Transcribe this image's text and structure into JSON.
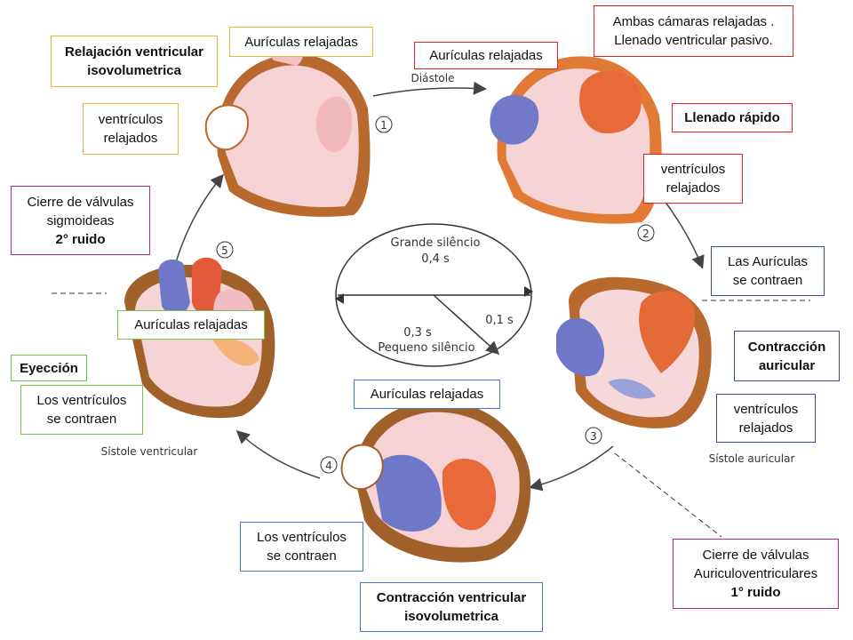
{
  "colors": {
    "atrium_pink": "#f7d3d6",
    "ventricle_pink": "#f4cbd0",
    "wall_orange": "#e8873a",
    "wall_brown": "#9b5a2a",
    "venous_blue": "#6f78c8",
    "arterial_red": "#e35a3a",
    "flow_purple": "#8a8fd0"
  },
  "diagram": {
    "diastole_label": "Diástole",
    "sistole_ventricular_label": "Sístole ventricular",
    "sistole_auricular_label": "Sístole auricular",
    "grande_silencio": "Grande silêncio",
    "grande_silencio_time": "0,4 s",
    "pequeno_silencio": "Pequeno silêncio",
    "pequeno_silencio_time": "0,3 s",
    "short_time": "0,1 s",
    "steps": [
      "1",
      "2",
      "3",
      "4",
      "5"
    ]
  },
  "labels": {
    "relajacion_ventricular": {
      "line1": "Relajación ventricular",
      "line2": "isovolumetrica"
    },
    "auriculas_relajadas_1": "Aurículas relajadas",
    "ventriculos_relajados_1": {
      "line1": "ventrículos",
      "line2": "relajados"
    },
    "cierre_sigmoideas": {
      "line1": "Cierre de válvulas",
      "line2": "sigmoideas",
      "line3": "2° ruido"
    },
    "auriculas_relajadas_2": "Aurículas relajadas",
    "ambas_camaras": {
      "line1": "Ambas cámaras relajadas .",
      "line2": "Llenado ventricular pasivo."
    },
    "llenado_rapido": "Llenado rápido",
    "ventriculos_relajados_2": {
      "line1": "ventrículos",
      "line2": "relajados"
    },
    "auriculas_contraen": {
      "line1": "Las Aurículas",
      "line2": "se contraen"
    },
    "contraccion_auricular": {
      "line1": "Contracción",
      "line2": "auricular"
    },
    "ventriculos_relajados_3": {
      "line1": "ventrículos",
      "line2": "relajados"
    },
    "auriculas_relajadas_3": "Aurículas relajadas",
    "eyeccion": "Eyección",
    "ventriculos_contraen_1": {
      "line1": "Los ventrículos",
      "line2": "se contraen"
    },
    "auriculas_relajadas_4": "Aurículas relajadas",
    "ventriculos_contraen_2": {
      "line1": "Los ventrículos",
      "line2": "se contraen"
    },
    "contraccion_ventricular": {
      "line1": "Contracción ventricular",
      "line2": "isovolumetrica"
    },
    "cierre_av": {
      "line1": "Cierre de válvulas",
      "line2": "Auriculoventriculares",
      "line3": "1° ruido"
    }
  }
}
